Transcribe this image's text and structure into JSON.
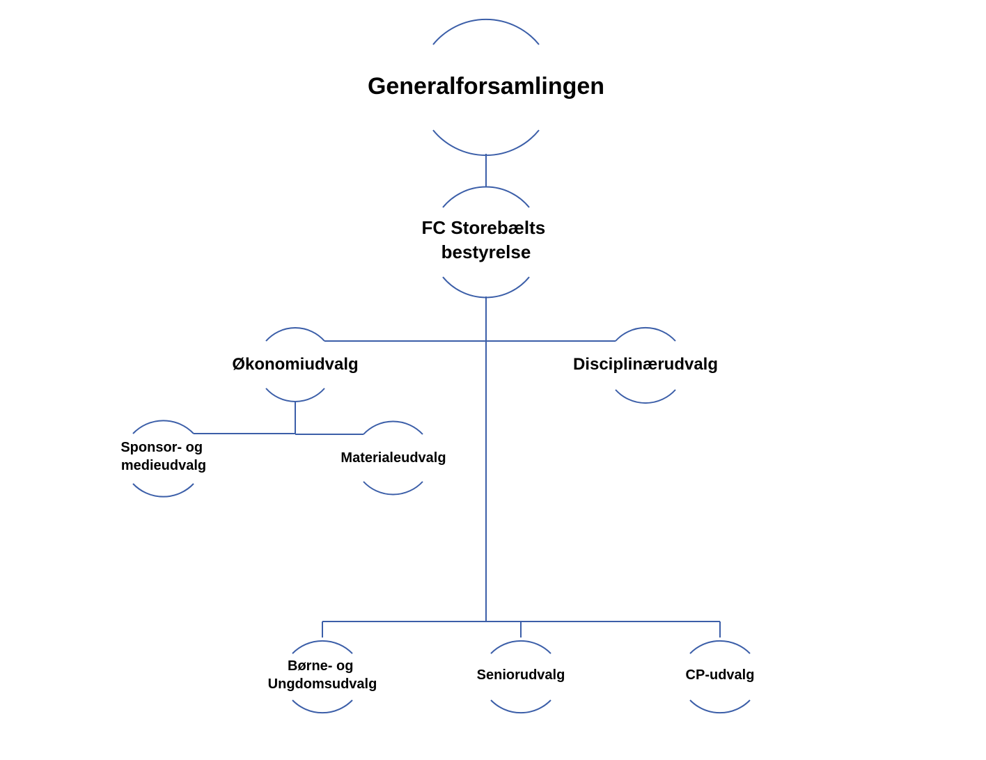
{
  "colors": {
    "line": "#3b5ea8",
    "text": "#000000",
    "background": "#ffffff"
  },
  "nodes": {
    "generalforsamlingen": {
      "lines": [
        "Generalforsamlingen"
      ]
    },
    "bestyrelse": {
      "lines": [
        "FC Storebælts",
        "bestyrelse"
      ]
    },
    "okonomiudvalg": {
      "lines": [
        "Økonomiudvalg"
      ]
    },
    "disciplinaerudvalg": {
      "lines": [
        "Disciplinærudvalg"
      ]
    },
    "sponsorudvalg": {
      "lines": [
        "Sponsor- og",
        "medieudvalg"
      ]
    },
    "materialeudvalg": {
      "lines": [
        "Materialeudvalg"
      ]
    },
    "borneudvalg": {
      "lines": [
        "Børne- og",
        "Ungdomsudvalg"
      ]
    },
    "seniorudvalg": {
      "lines": [
        "Seniorudvalg"
      ]
    },
    "cpudvalg": {
      "lines": [
        "CP-udvalg"
      ]
    }
  }
}
